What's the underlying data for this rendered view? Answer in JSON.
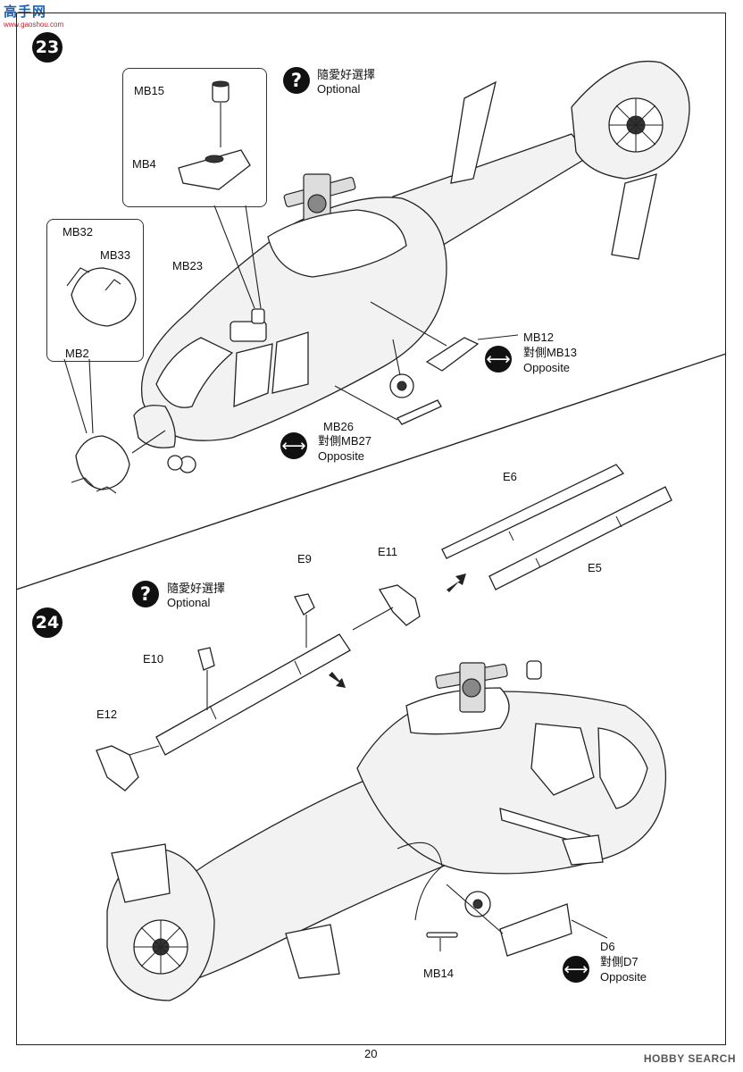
{
  "watermark": {
    "site": "高手网",
    "url": "www.gaoshou.com"
  },
  "steps": [
    {
      "number": "23"
    },
    {
      "number": "24"
    }
  ],
  "optional": {
    "zh": "隨愛好選擇",
    "en": "Optional"
  },
  "opposite": {
    "zh": "對側",
    "en": "Opposite"
  },
  "step23": {
    "labels": {
      "mb15": "MB15",
      "mb4": "MB4",
      "mb32": "MB32",
      "mb33": "MB33",
      "mb23": "MB23",
      "mb2": "MB2",
      "mb12": "MB12",
      "mb13": "對側MB13",
      "mb26": "MB26",
      "mb27": "對側MB27"
    }
  },
  "step24": {
    "labels": {
      "e6": "E6",
      "e5": "E5",
      "e9": "E9",
      "e11": "E11",
      "e10": "E10",
      "e12": "E12",
      "d6": "D6",
      "d7": "對側D7",
      "mb14": "MB14"
    }
  },
  "footer": {
    "page_number": "20",
    "brand": "HOBBY SEARCH"
  }
}
